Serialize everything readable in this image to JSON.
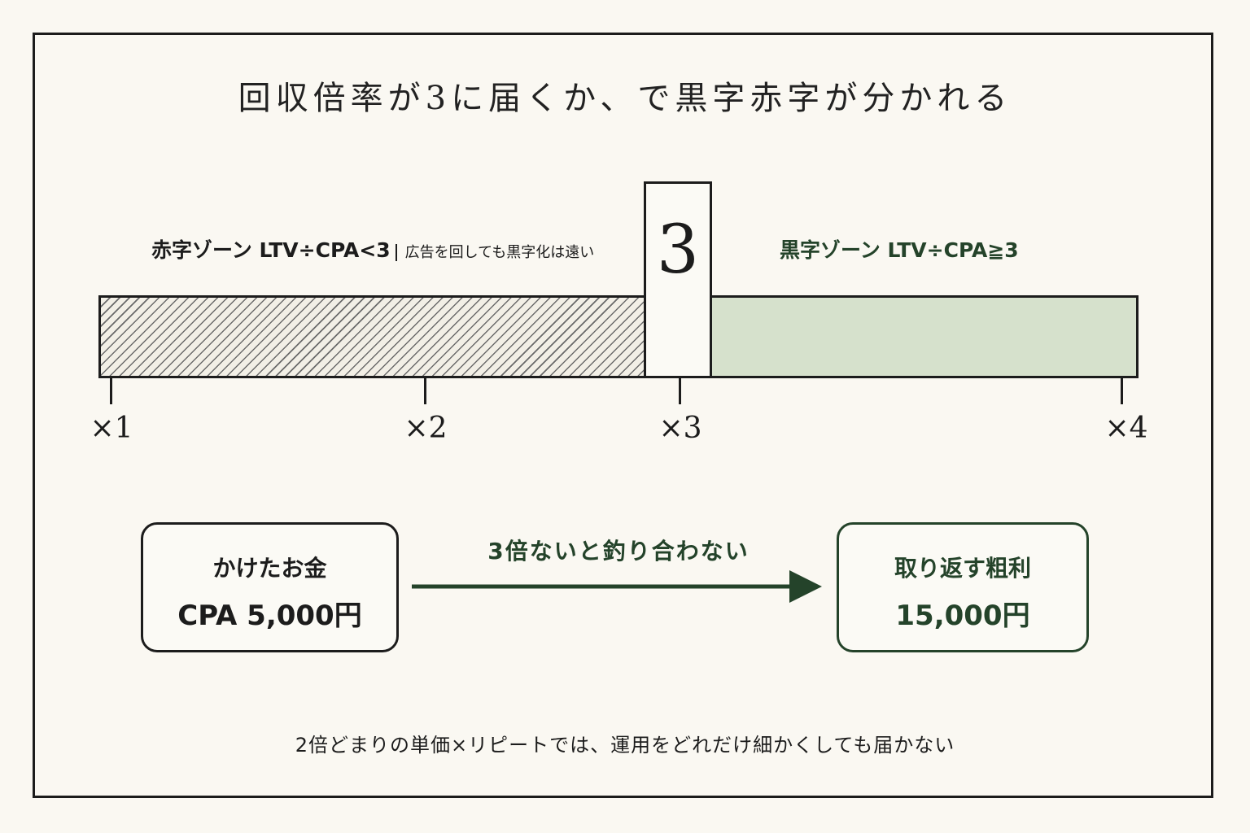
{
  "title": "回収倍率が3に届くか、で黒字赤字が分かれる",
  "red_zone": {
    "label": "赤字ゾーン LTV÷CPA<3",
    "note": "広告を回しても黒字化は遠い"
  },
  "black_zone": {
    "label": "黒字ゾーン LTV÷CPA≧3"
  },
  "threshold_value": "3",
  "scale": {
    "ticks": [
      {
        "label": "×1",
        "multiple": 1
      },
      {
        "label": "×2",
        "multiple": 2
      },
      {
        "label": "×3",
        "multiple": 3
      },
      {
        "label": "×4",
        "multiple": 4
      }
    ]
  },
  "colors": {
    "ink": "#1c1c1c",
    "dark_green": "#24432a",
    "light_green": "#d6e1cc",
    "background": "#faf8f2"
  },
  "cost_box": {
    "label": "かけたお金",
    "value": "CPA 5,000円"
  },
  "arrow": {
    "label": "3倍ないと釣り合わない"
  },
  "return_box": {
    "label": "取り返す粗利",
    "value": "15,000円"
  },
  "footer": "2倍どまりの単価×リピートでは、運用をどれだけ細かくしても届かない"
}
